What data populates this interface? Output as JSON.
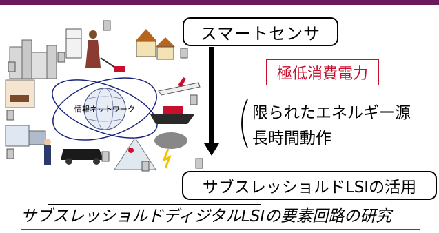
{
  "network_label": "情報ネットワーク",
  "sensor_label": "スマートセンサ",
  "power_label": "極低消費電力",
  "conditions": [
    "限られたエネルギー源",
    "長時間動作"
  ],
  "lsi_label": "サブスレッショルドLSIの活用",
  "research_title": "サブスレッショルドディジタルLSIの要素回路の研究",
  "colors": {
    "accent_red": "#c8102e",
    "top_bar": "#6b1b5a"
  }
}
